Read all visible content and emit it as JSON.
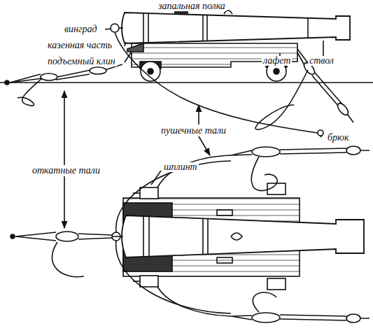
{
  "diagram": {
    "labels": [
      "запальная полка",
      "винград",
      "казенная часть",
      "подъемный клин",
      "лафет",
      "ствол",
      "брюк",
      "пушечные тали",
      "откатные тали",
      "шплинт"
    ]
  }
}
